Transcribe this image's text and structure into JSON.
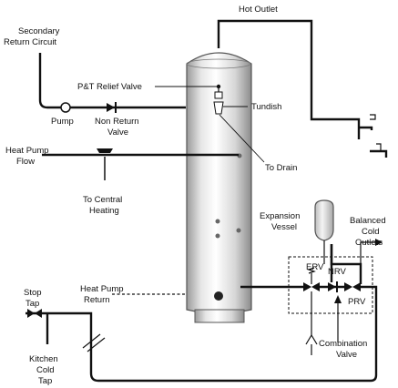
{
  "labels": {
    "hot_outlet": "Hot Outlet",
    "secondary_return_1": "Secondary",
    "secondary_return_2": "Return Circuit",
    "pt_relief": "P&T Relief Valve",
    "tundish": "Tundish",
    "pump": "Pump",
    "non_return_1": "Non Return",
    "non_return_2": "Valve",
    "to_drain": "To Drain",
    "heat_pump_flow_1": "Heat Pump",
    "heat_pump_flow_2": "Flow",
    "to_central_1": "To Central",
    "to_central_2": "Heating",
    "expansion_1": "Expansion",
    "expansion_2": "Vessel",
    "balanced_1": "Balanced",
    "balanced_2": "Cold",
    "balanced_3": "Outlets",
    "erv": "ERV",
    "nrv": "NRV",
    "prv": "PRV",
    "stop_tap_1": "Stop",
    "stop_tap_2": "Tap",
    "heat_pump_return_1": "Heat Pump",
    "heat_pump_return_2": "Return",
    "combination_1": "Combination",
    "combination_2": "Valve",
    "kitchen_1": "Kitchen",
    "kitchen_2": "Cold",
    "kitchen_3": "Tap"
  }
}
